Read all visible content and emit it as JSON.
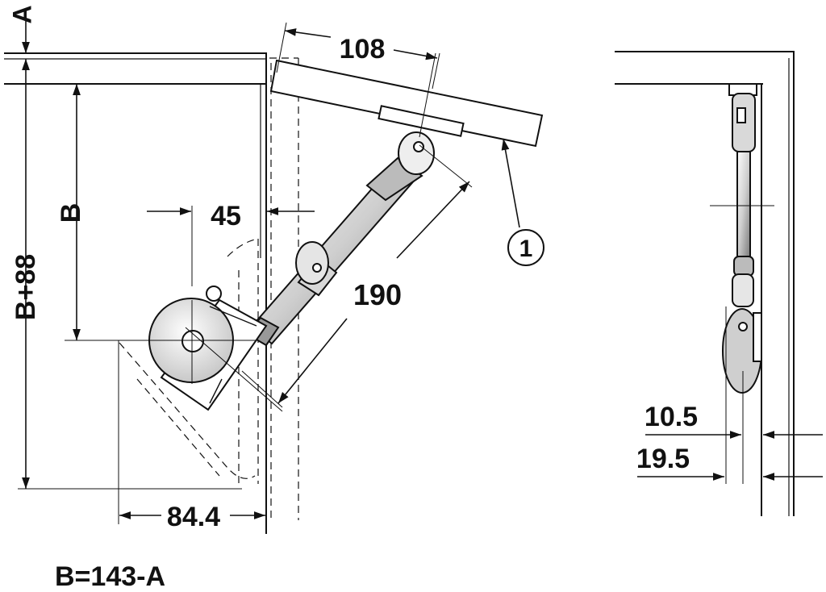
{
  "labels": {
    "dim_a": "A",
    "dim_108": "108",
    "dim_b": "B",
    "dim_45": "45",
    "dim_190": "190",
    "dim_b_plus_88": "B+88",
    "dim_84_4": "84.4",
    "dim_10_5": "10.5",
    "dim_19_5": "19.5",
    "callout_1": "1",
    "formula": "B=143-A"
  },
  "colors": {
    "line": "#111111",
    "background": "#ffffff",
    "metal_dark": "#444444",
    "metal_light": "#e8e8e8"
  }
}
